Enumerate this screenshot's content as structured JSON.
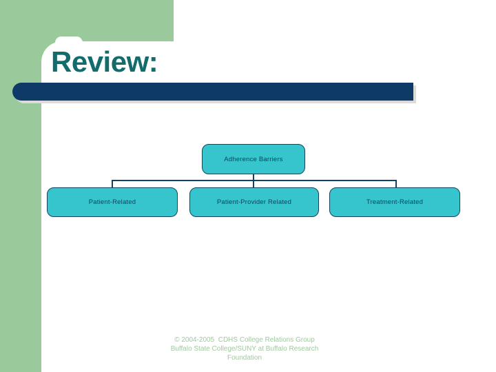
{
  "slide": {
    "title": "Review:",
    "colors": {
      "template_green": "#9ACA9B",
      "navy_bar": "#0D3A66",
      "title_teal": "#136B6B",
      "box_fill": "#36C5CC",
      "box_border": "#12425F",
      "box_text": "#0D3F5A",
      "footer_green": "#9CCB9C"
    }
  },
  "diagram": {
    "type": "org-chart",
    "root": {
      "label": "Adherence Barriers"
    },
    "children": [
      {
        "label": "Patient-Related"
      },
      {
        "label": "Patient-Provider Related"
      },
      {
        "label": "Treatment-Related"
      }
    ]
  },
  "footer": {
    "lines": [
      "© 2004-2005  CDHS College Relations Group",
      "Buffalo State College/SUNY at Buffalo Research",
      "Foundation"
    ]
  }
}
